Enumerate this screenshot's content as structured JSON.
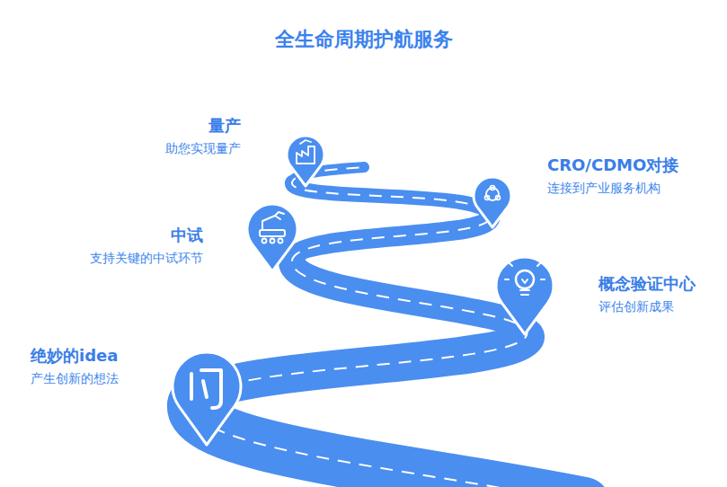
{
  "diagram": {
    "title": "全生命周期护航服务",
    "nodes": [
      {
        "text": [
          "绝妙的idea",
          "产生创新的想法"
        ]
      },
      {
        "text": [
          "概念验证中心",
          "评估创新成果"
        ]
      },
      {
        "text": [
          "中试",
          "支持关键的中试环节"
        ]
      },
      {
        "text": [
          "CRO/CDMO对接",
          "连接到产业服务机构"
        ]
      },
      {
        "text": [
          "量产",
          "助您实现量产"
        ]
      }
    ]
  }
}
